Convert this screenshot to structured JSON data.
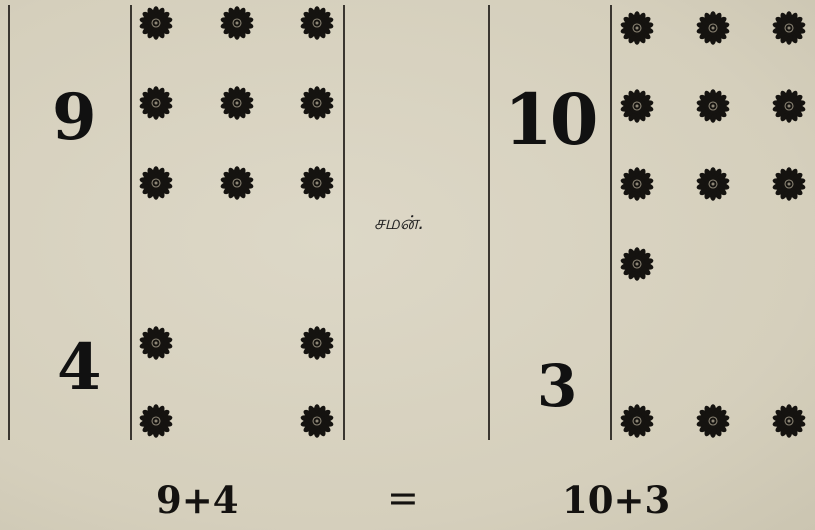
{
  "left_panel": {
    "top_number": "9",
    "bottom_number": "4",
    "top_dots": 9,
    "bottom_dots": 4
  },
  "right_panel": {
    "top_number": "10",
    "bottom_number": "3",
    "top_dots": 10,
    "bottom_dots": 3
  },
  "middle_label": "சமன்.",
  "equation": {
    "left": "9+4",
    "operator": "=",
    "right": "10+3"
  },
  "icons": {
    "dot": "flower-dot-icon"
  },
  "colors": {
    "paper": "#d9d4c2",
    "ink": "#141210"
  }
}
